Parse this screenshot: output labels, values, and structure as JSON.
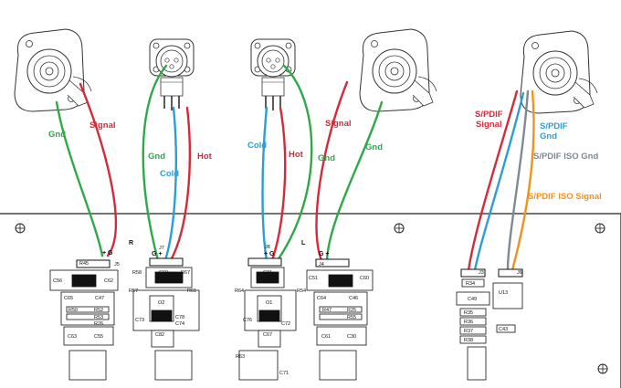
{
  "wire_colors": {
    "green": "#2fa84a",
    "red": "#d42a3a",
    "blue": "#2b9ed8",
    "gray": "#7f8a90",
    "orange": "#f0921e"
  },
  "wire_labels": {
    "rca_r_gnd": "Gnd",
    "rca_r_signal": "Signal",
    "xlr_r_gnd": "Gnd",
    "xlr_r_cold": "Cold",
    "xlr_r_hot": "Hot",
    "xlr_l_cold": "Cold",
    "xlr_l_hot": "Hot",
    "xlr_l_gnd": "Gnd",
    "rca_l_signal": "Signal",
    "rca_l_gnd": "Gnd",
    "spdif_signal_line1": "S/PDIF",
    "spdif_signal_line2": "Signal",
    "spdif_gnd_line1": "S/PDIF",
    "spdif_gnd_line2": "Gnd",
    "spdif_iso_gnd": "S/PDIF ISO Gnd",
    "spdif_iso_signal": "S/PDIF ISO Signal"
  },
  "pcb": {
    "channel_right": "R",
    "channel_left": "L",
    "connectors": {
      "j5": "J5",
      "j7": "J7",
      "j8": "J8",
      "j4": "J4",
      "j3": "J3",
      "j6": "J6"
    },
    "pin_marks": {
      "j5": "+ G",
      "j7": "G +",
      "j8": "+ G",
      "j4": "G +"
    },
    "parts": {
      "c56": "C56",
      "c62": "C62",
      "c65": "C65",
      "c47": "C47",
      "r45": "R45",
      "r50": "R50",
      "r52": "R52",
      "r53": "R53",
      "r26": "R26",
      "c63": "C63",
      "c55": "C55",
      "r58": "R58",
      "c69": "C69",
      "r67": "R67",
      "r57": "R57",
      "r61": "R61",
      "c73": "C73",
      "o2": "O2",
      "c78": "C78",
      "c74": "C74",
      "c82": "C82",
      "r64": "R64",
      "c81": "C81",
      "r54": "R54",
      "o1": "O1",
      "c76": "C76",
      "c72": "C72",
      "c67": "C67",
      "r63": "R63",
      "c71": "C71",
      "c51": "C51",
      "c60": "C60",
      "c64": "C64",
      "c46": "C46",
      "r47": "R47",
      "r25": "R25",
      "r55": "R55",
      "c61": "C61",
      "c30": "C30",
      "r34": "R34",
      "c49": "C49",
      "u13": "U13",
      "c43": "C43",
      "r35": "R35",
      "r36": "R36",
      "r37": "R37",
      "r38": "R38"
    }
  }
}
